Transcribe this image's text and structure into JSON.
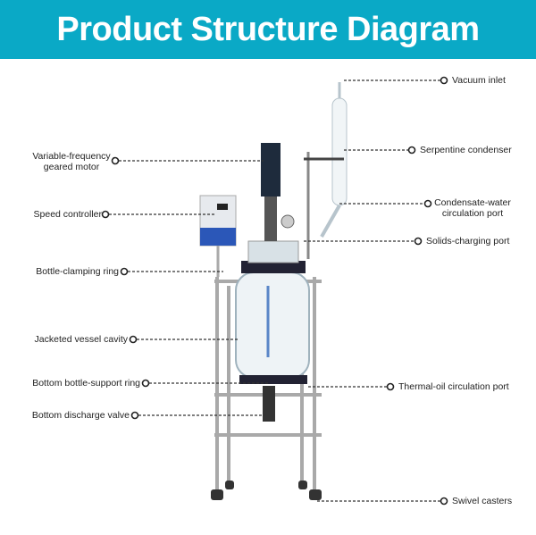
{
  "title": "Product Structure Diagram",
  "colors": {
    "header": "#0aa9c6",
    "controller_panel": "#2b57b8"
  },
  "labels": {
    "left": [
      "Variable-frequency geared motor",
      "Speed controller",
      "Bottle-clamping ring",
      "Jacketed vessel cavity",
      "Bottom bottle-support ring",
      "Bottom discharge valve"
    ],
    "motor_line1": "Variable-frequency",
    "motor_line2": "geared motor",
    "speed": "Speed controller",
    "clamp": "Bottle-clamping ring",
    "cavity": "Jacketed vessel cavity",
    "support": "Bottom bottle-support ring",
    "valve": "Bottom discharge valve",
    "vacuum": "Vacuum inlet",
    "condenser": "Serpentine condenser",
    "cond_line1": "Condensate-water",
    "cond_line2": "circulation port",
    "solids": "Solids-charging port",
    "thermal": "Thermal-oil circulation port",
    "casters": "Swivel casters"
  }
}
